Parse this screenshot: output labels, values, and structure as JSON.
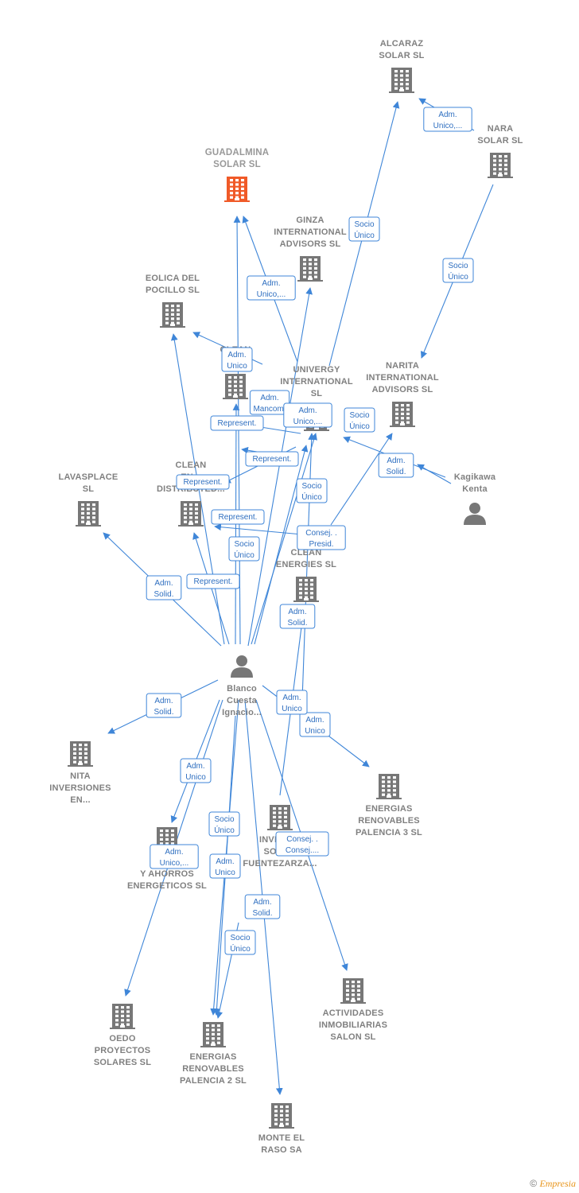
{
  "colors": {
    "edge": "#3f86d8",
    "company": "#777777",
    "focus": "#f05a28",
    "person": "#777777"
  },
  "nodes": [
    {
      "id": "guadalmina",
      "kind": "company",
      "focus": true,
      "label": [
        "GUADALMINA",
        "SOLAR  SL"
      ]
    },
    {
      "id": "alcaraz",
      "kind": "company",
      "label": [
        "ALCARAZ",
        "SOLAR SL"
      ]
    },
    {
      "id": "nara",
      "kind": "company",
      "label": [
        "NARA",
        "SOLAR  SL"
      ]
    },
    {
      "id": "ginza",
      "kind": "company",
      "label": [
        "GINZA",
        "INTERNATIONAL",
        "ADVISORS  SL"
      ]
    },
    {
      "id": "eolica",
      "kind": "company",
      "label": [
        "EOLICA DEL",
        "POCILLO SL"
      ]
    },
    {
      "id": "clean_top",
      "kind": "company",
      "label": [
        "CLEAN",
        "EN...S"
      ]
    },
    {
      "id": "univergy",
      "kind": "company",
      "label": [
        "UNIVERGY",
        "INTERNATIONAL",
        "SL"
      ]
    },
    {
      "id": "narita",
      "kind": "company",
      "label": [
        "NARITA",
        "INTERNATIONAL",
        "ADVISORS  SL"
      ]
    },
    {
      "id": "kagikawa",
      "kind": "person",
      "label": [
        "Kagikawa",
        "Kenta"
      ]
    },
    {
      "id": "lavasplace",
      "kind": "company",
      "label": [
        "LAVASPLACE",
        "SL"
      ]
    },
    {
      "id": "clean_dist",
      "kind": "company",
      "label": [
        "CLEAN",
        "EN...",
        "DISTRIBUTED..."
      ]
    },
    {
      "id": "clean_energies",
      "kind": "company",
      "label": [
        "CLEAN",
        "ENERGIES SL"
      ]
    },
    {
      "id": "blanco",
      "kind": "person",
      "label": [
        "Blanco",
        "Cuesta",
        "Ignacio..."
      ]
    },
    {
      "id": "nita",
      "kind": "company",
      "label": [
        "NITA",
        "INVERSIONES",
        "EN..."
      ]
    },
    {
      "id": "energias3",
      "kind": "company",
      "label": [
        "ENERGIAS",
        "RENOVABLES",
        "PALENCIA 3 SL"
      ]
    },
    {
      "id": "eco_ahorros",
      "kind": "company",
      "label": [
        "EC...",
        "Y AHORROS",
        "ENERGETICOS SL"
      ]
    },
    {
      "id": "inversiones_fuente",
      "kind": "company",
      "label": [
        "INVERS...",
        "SOLA...",
        "FUENTEZARZA..."
      ]
    },
    {
      "id": "oedo",
      "kind": "company",
      "label": [
        "OEDO",
        "PROYECTOS",
        "SOLARES  SL"
      ]
    },
    {
      "id": "energias2",
      "kind": "company",
      "label": [
        "ENERGIAS",
        "RENOVABLES",
        "PALENCIA 2 SL"
      ]
    },
    {
      "id": "actividades",
      "kind": "company",
      "label": [
        "ACTIVIDADES",
        "INMOBILIARIAS",
        "SALON SL"
      ]
    },
    {
      "id": "monte",
      "kind": "company",
      "label": [
        "MONTE EL",
        "RASO SA"
      ]
    }
  ],
  "edges": [
    {
      "from": "univergy",
      "to": "alcaraz",
      "label": [
        "Socio",
        "Único"
      ]
    },
    {
      "from": "nara",
      "to": "alcaraz",
      "label": [
        "Adm.",
        "Unico,..."
      ]
    },
    {
      "from": "nara",
      "to": "narita",
      "label": [
        "Socio",
        "Único"
      ]
    },
    {
      "from": "univergy",
      "to": "guadalmina",
      "label": [
        "Adm.",
        "Unico,..."
      ]
    },
    {
      "from": "blanco",
      "to": "guadalmina",
      "label": []
    },
    {
      "from": "blanco",
      "to": "eolica",
      "label": []
    },
    {
      "from": "clean_top",
      "to": "eolica",
      "label": [
        "Adm.",
        "Unico"
      ]
    },
    {
      "from": "blanco",
      "to": "clean_top",
      "label": [
        "Adm.",
        "Mancom."
      ]
    },
    {
      "from": "blanco",
      "to": "ginza",
      "label": [
        "Adm.",
        "Unico,..."
      ]
    },
    {
      "from": "kagikawa",
      "to": "univergy",
      "label": [
        "Socio",
        "Único"
      ]
    },
    {
      "from": "kagikawa",
      "to": "narita",
      "label": [
        "Adm.",
        "Solid."
      ]
    },
    {
      "from": "clean_energies",
      "to": "narita",
      "label": [
        "Consej. .",
        "Presid."
      ]
    },
    {
      "from": "univergy",
      "to": "clean_top",
      "label": [
        "Represent."
      ]
    },
    {
      "from": "univergy",
      "to": "clean_dist",
      "label": [
        "Represent."
      ]
    },
    {
      "from": "blanco",
      "to": "univergy",
      "label": [
        "Socio",
        "Único"
      ]
    },
    {
      "from": "clean_energies",
      "to": "clean_dist",
      "label": [
        "Represent."
      ]
    },
    {
      "from": "blanco",
      "to": "clean_dist",
      "label": [
        "Represent."
      ]
    },
    {
      "from": "blanco",
      "to": "lavasplace",
      "label": [
        "Adm.",
        "Solid."
      ]
    },
    {
      "from": "clean_energies",
      "to": "clean_top",
      "label": [
        "Represent."
      ]
    },
    {
      "from": "blanco",
      "to": "clean_energies",
      "label": [
        "Socio",
        "Único"
      ]
    },
    {
      "from": "blanco",
      "to": "clean_energies",
      "label": [
        "Adm.",
        "Solid."
      ]
    },
    {
      "from": "blanco",
      "to": "nita",
      "label": [
        "Adm.",
        "Solid."
      ]
    },
    {
      "from": "blanco",
      "to": "energias3",
      "label": [
        "Adm.",
        "Unico"
      ]
    },
    {
      "from": "blanco",
      "to": "eco_ahorros",
      "label": [
        "Adm.",
        "Unico"
      ]
    },
    {
      "from": "inversiones_fuente",
      "to": "univergy",
      "label": [
        "Adm.",
        "Unico"
      ]
    },
    {
      "from": "blanco",
      "to": "oedo",
      "label": [
        "Adm.",
        "Unico,..."
      ]
    },
    {
      "from": "blanco",
      "to": "energias2",
      "label": [
        "Socio",
        "Único"
      ]
    },
    {
      "from": "blanco",
      "to": "energias2",
      "label": [
        "Adm.",
        "Unico"
      ]
    },
    {
      "from": "blanco",
      "to": "actividades",
      "label": [
        "Consej. .",
        "Consej...."
      ]
    },
    {
      "from": "blanco",
      "to": "monte",
      "label": [
        "Adm.",
        "Solid."
      ]
    },
    {
      "from": "inversiones_fuente",
      "to": "energias2",
      "label": [
        "Socio",
        "Único"
      ]
    }
  ],
  "footer": {
    "copyright": "©",
    "brand": "Empresia"
  }
}
